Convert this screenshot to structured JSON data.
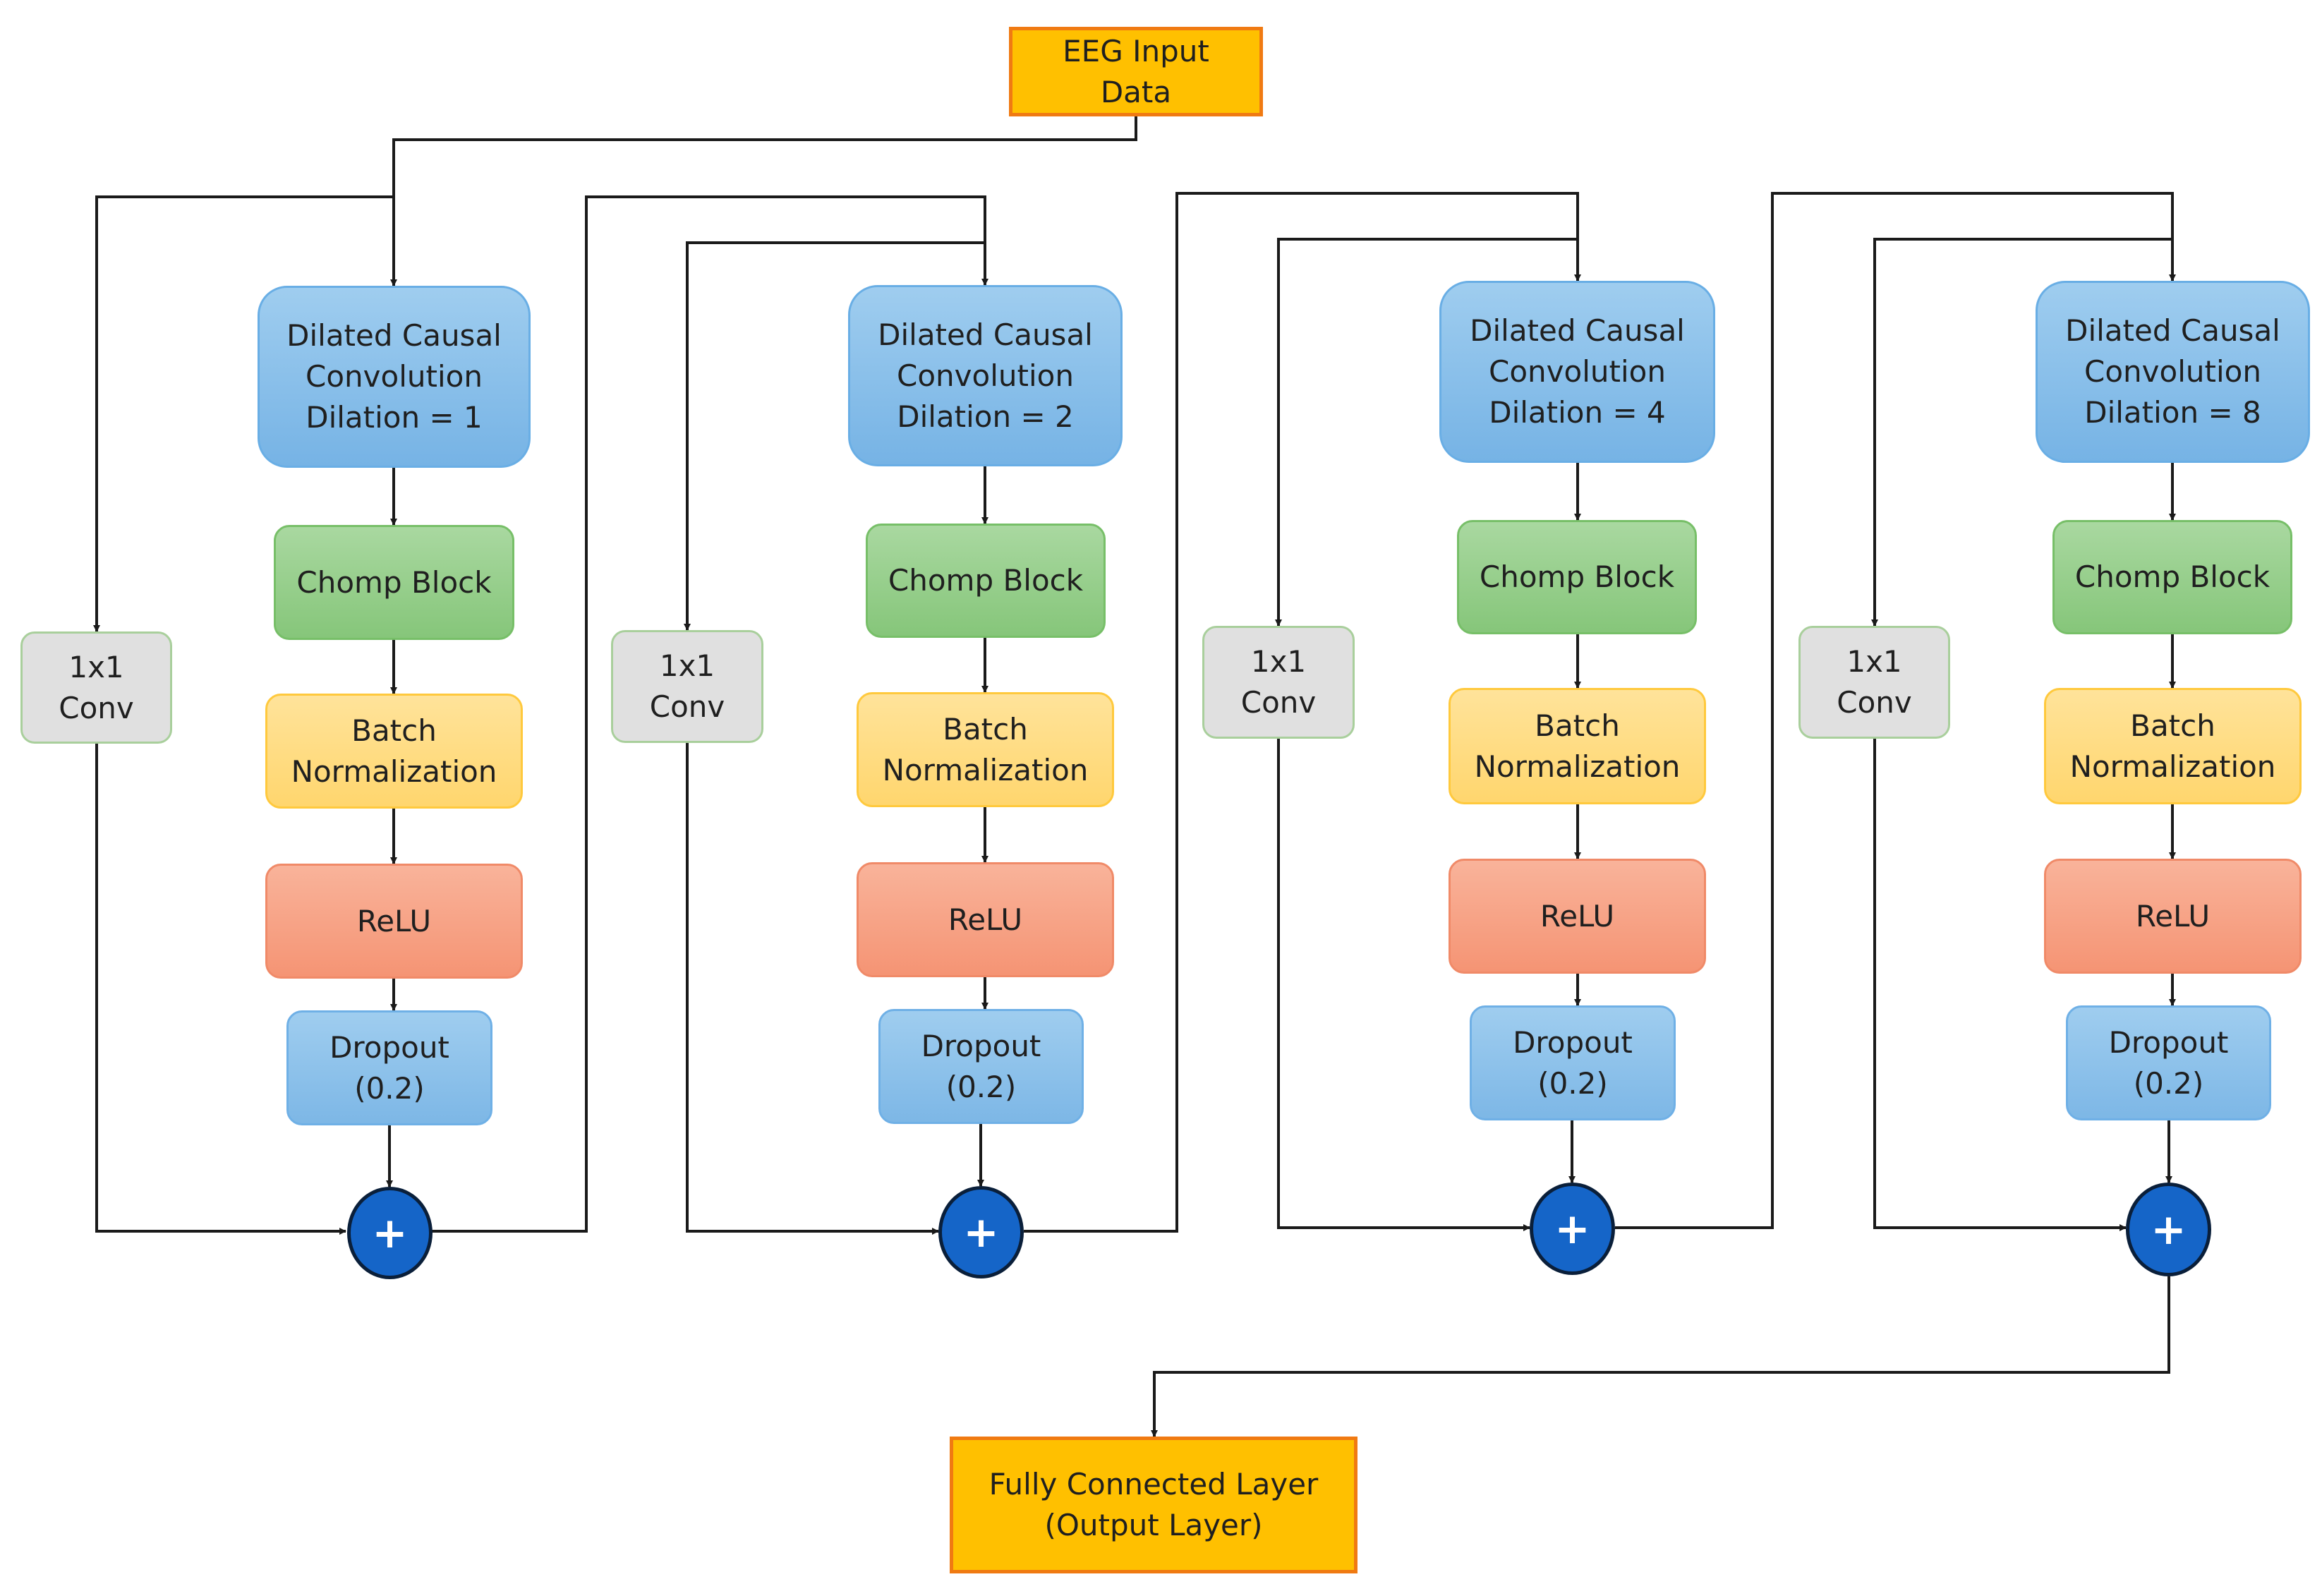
{
  "colors": {
    "io_fill": "#ffc000",
    "io_border": "#f07a12",
    "conv_fill": "#76b3e5",
    "chomp_fill": "#86c67a",
    "batchnorm_fill": "#ffd66e",
    "relu_fill": "#f59474",
    "onexone_fill": "#e0e0e0",
    "sum_fill": "#1565c8",
    "wire": "#1a1a1a"
  },
  "input": {
    "line1": "EEG Input",
    "line2": "Data"
  },
  "output": {
    "line1": "Fully Connected Layer",
    "line2": "(Output Layer)"
  },
  "blocks": [
    {
      "conv": {
        "line1": "Dilated Causal",
        "line2": "Convolution",
        "line3": "Dilation = 1"
      },
      "chomp": "Chomp Block",
      "batchnorm": {
        "line1": "Batch",
        "line2": "Normalization"
      },
      "relu": "ReLU",
      "dropout": {
        "line1": "Dropout",
        "line2": "(0.2)"
      },
      "skip_conv": {
        "line1": "1x1",
        "line2": "Conv"
      },
      "sum": "+"
    },
    {
      "conv": {
        "line1": "Dilated Causal",
        "line2": "Convolution",
        "line3": "Dilation = 2"
      },
      "chomp": "Chomp Block",
      "batchnorm": {
        "line1": "Batch",
        "line2": "Normalization"
      },
      "relu": "ReLU",
      "dropout": {
        "line1": "Dropout",
        "line2": "(0.2)"
      },
      "skip_conv": {
        "line1": "1x1",
        "line2": "Conv"
      },
      "sum": "+"
    },
    {
      "conv": {
        "line1": "Dilated Causal",
        "line2": "Convolution",
        "line3": "Dilation = 4"
      },
      "chomp": "Chomp Block",
      "batchnorm": {
        "line1": "Batch",
        "line2": "Normalization"
      },
      "relu": "ReLU",
      "dropout": {
        "line1": "Dropout",
        "line2": "(0.2)"
      },
      "skip_conv": {
        "line1": "1x1",
        "line2": "Conv"
      },
      "sum": "+"
    },
    {
      "conv": {
        "line1": "Dilated Causal",
        "line2": "Convolution",
        "line3": "Dilation = 8"
      },
      "chomp": "Chomp Block",
      "batchnorm": {
        "line1": "Batch",
        "line2": "Normalization"
      },
      "relu": "ReLU",
      "dropout": {
        "line1": "Dropout",
        "line2": "(0.2)"
      },
      "skip_conv": {
        "line1": "1x1",
        "line2": "Conv"
      },
      "sum": "+"
    }
  ]
}
